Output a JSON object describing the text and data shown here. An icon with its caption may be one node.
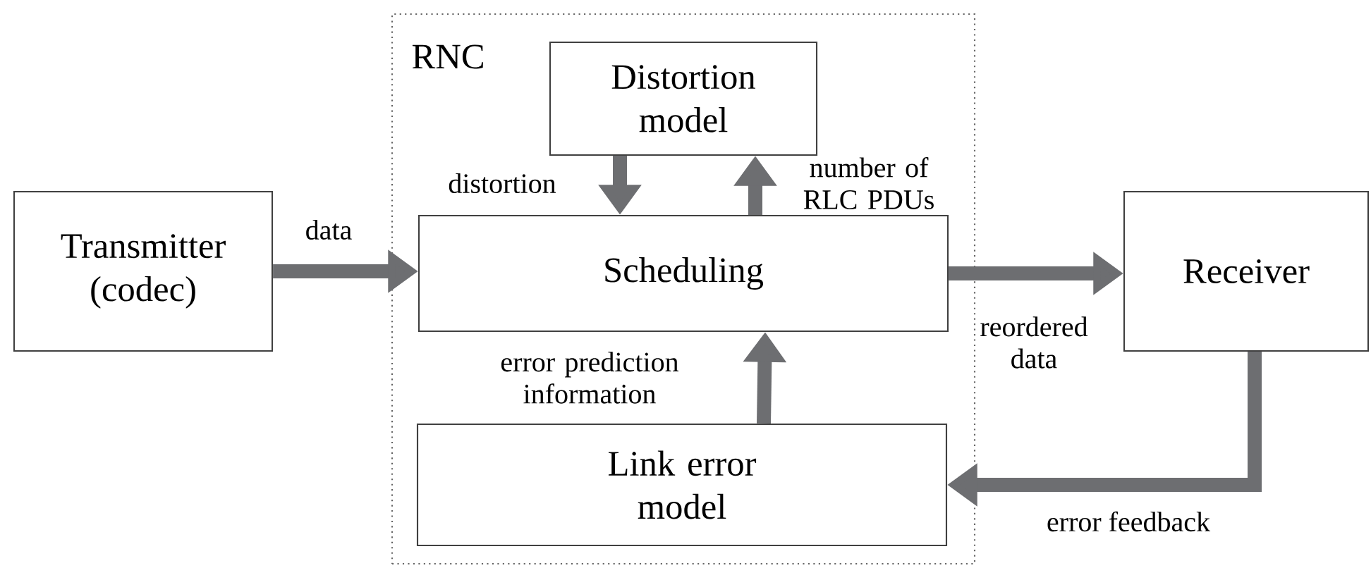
{
  "diagram": {
    "nodes": [
      {
        "text": [
          "RNC"
        ]
      },
      {
        "text": [
          "Distortion model"
        ],
        "in": 0
      },
      {
        "text": [
          "Transmitter (codec)"
        ]
      },
      {
        "text": [
          "Scheduling"
        ],
        "in": 0
      },
      {
        "text": [
          "Receiver"
        ]
      },
      {
        "text": [
          "Link error model"
        ],
        "in": 0
      }
    ],
    "edges": [
      {
        "from": 2,
        "to": 3,
        "arrow": "to",
        "label": "data"
      },
      {
        "from": 1,
        "to": 3,
        "arrow": "to",
        "label": "distortion"
      },
      {
        "from": 3,
        "to": 1,
        "arrow": "to",
        "label": "number of RLC PDUs"
      },
      {
        "from": 3,
        "to": 4,
        "arrow": "to",
        "label": "reordered data"
      },
      {
        "from": 5,
        "to": 3,
        "arrow": "to",
        "label": "error prediction information"
      },
      {
        "from": 4,
        "to": 5,
        "arrow": "to",
        "label": "error feedback"
      }
    ]
  }
}
